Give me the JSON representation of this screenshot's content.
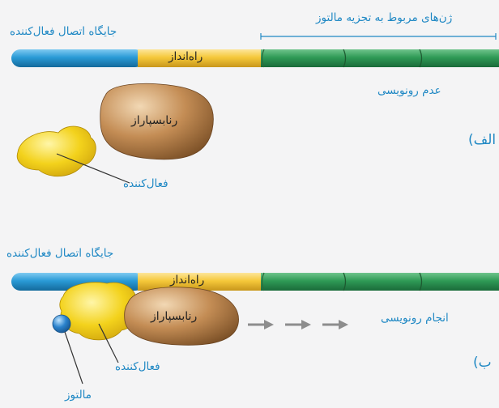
{
  "panel_a": {
    "label": "الف)",
    "gene_region_label": "ژن‌های مربوط به تجزیه مالتوز",
    "activator_site_label": "جایگاه اتصال فعال‌کننده",
    "promoter_label": "راه‌انداز",
    "polymerase_label": "رنابسپاراز",
    "activator_label": "فعال‌کننده",
    "status_text": "عدم رونویسی"
  },
  "panel_b": {
    "label": "ب)",
    "activator_site_label": "جایگاه اتصال فعال‌کننده",
    "promoter_label": "راه‌انداز",
    "polymerase_label": "رنابسپاراز",
    "activator_label": "فعال‌کننده",
    "maltose_label": "مالتوز",
    "status_text": "انجام رونویسی"
  },
  "colors": {
    "site_blue": "#2a9ad6",
    "promoter_yellow": "#f5c83a",
    "gene_green": "#2f9a56",
    "polymerase_brown": "#b37b45",
    "activator_yellow": "#f3d21c",
    "maltose_blue": "#2a82cc",
    "label_blue": "#1f88c4"
  }
}
